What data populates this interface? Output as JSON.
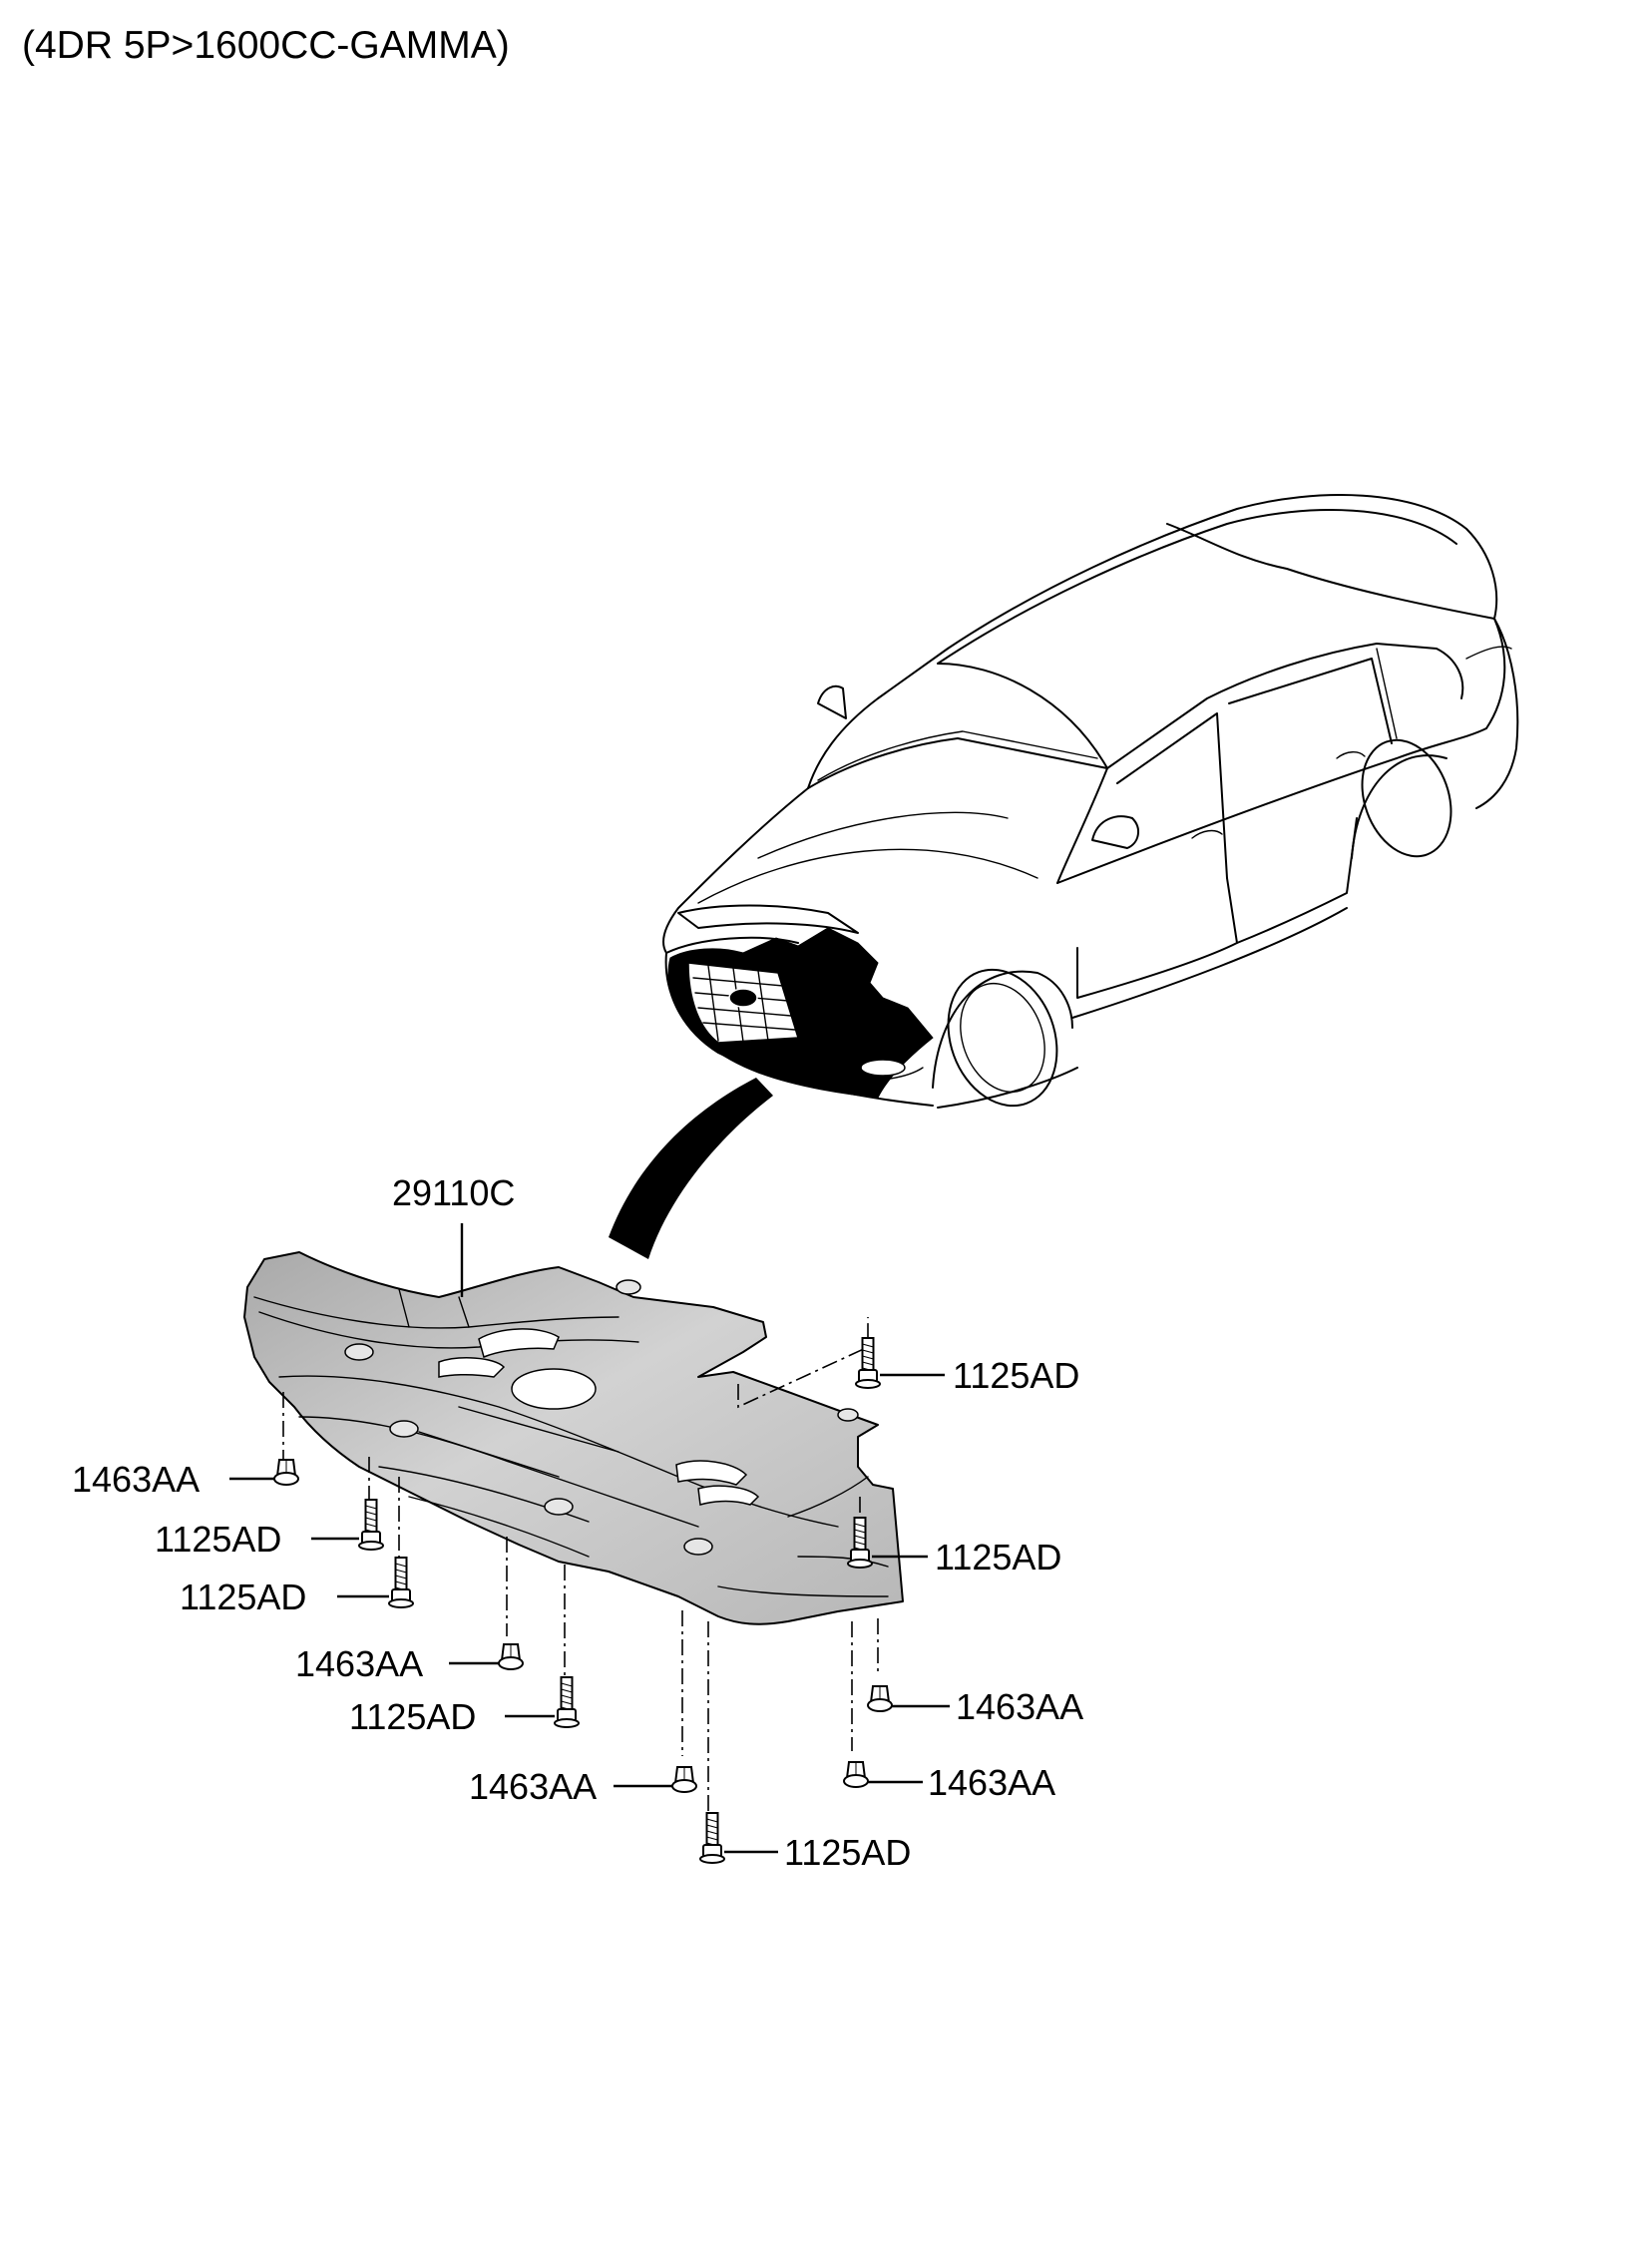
{
  "header": {
    "title": "(4DR 5P>1600CC-GAMMA)"
  },
  "labels": {
    "panel": "29110C",
    "bolt_top_right": "1125AD",
    "clip_left": "1463AA",
    "bolt_left_1": "1125AD",
    "bolt_left_2": "1125AD",
    "bolt_right_mid": "1125AD",
    "clip_center": "1463AA",
    "clip_right_1": "1463AA",
    "bolt_center": "1125AD",
    "clip_right_2": "1463AA",
    "clip_bottom": "1463AA",
    "bolt_bottom": "1125AD"
  },
  "colors": {
    "line": "#000000",
    "panel_fill": "#c4c4c4",
    "highlight": "#000000",
    "background": "#ffffff"
  },
  "icons": {
    "vehicle": "sedan-outline-icon",
    "bolt": "flange-bolt-icon",
    "clip": "push-clip-icon"
  }
}
